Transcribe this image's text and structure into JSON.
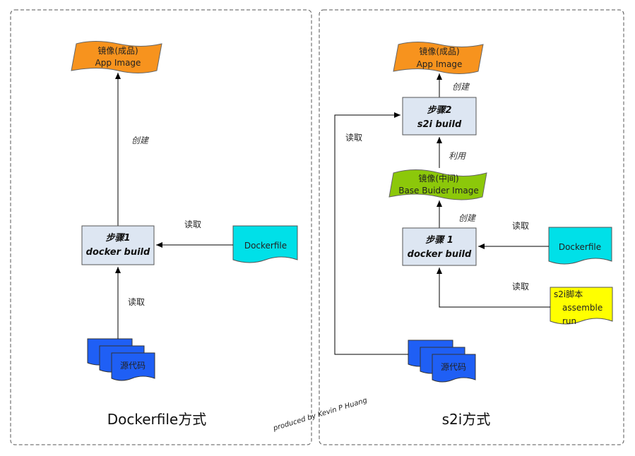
{
  "left": {
    "title": "Dockerfile方式",
    "app_image": {
      "line1": "镜像(成品)",
      "line2": "App Image"
    },
    "step1": {
      "line1": "步骤1",
      "line2": "docker build"
    },
    "dockerfile": "Dockerfile",
    "source": "源代码",
    "edge_create": "创建",
    "edge_read_dockerfile": "读取",
    "edge_read_source": "读取"
  },
  "right": {
    "title": "s2i方式",
    "app_image": {
      "line1": "镜像(成品)",
      "line2": "App Image"
    },
    "step2": {
      "line1": "步骤2",
      "line2": "s2i build"
    },
    "base_image": {
      "line1": "镜像(中间)",
      "line2": "Base Buider Image"
    },
    "step1": {
      "line1": "步骤 1",
      "line2": "docker build"
    },
    "dockerfile": "Dockerfile",
    "s2i_scripts": {
      "line1": "s2i脚本",
      "line2": "assemble",
      "line3": "run"
    },
    "source": "源代码",
    "edge_create_app": "创建",
    "edge_use": "利用",
    "edge_create_base": "创建",
    "edge_read_source": "读取",
    "edge_read_dockerfile": "读取",
    "edge_read_scripts": "读取"
  },
  "watermark": "produced by Kevin P Huang",
  "colors": {
    "app_image": "#f7931e",
    "step_box": "#dde6f2",
    "dockerfile": "#00e0e8",
    "source": "#1f5ff5",
    "base_image": "#8cc80a",
    "s2i_scripts": "#ffff00"
  }
}
